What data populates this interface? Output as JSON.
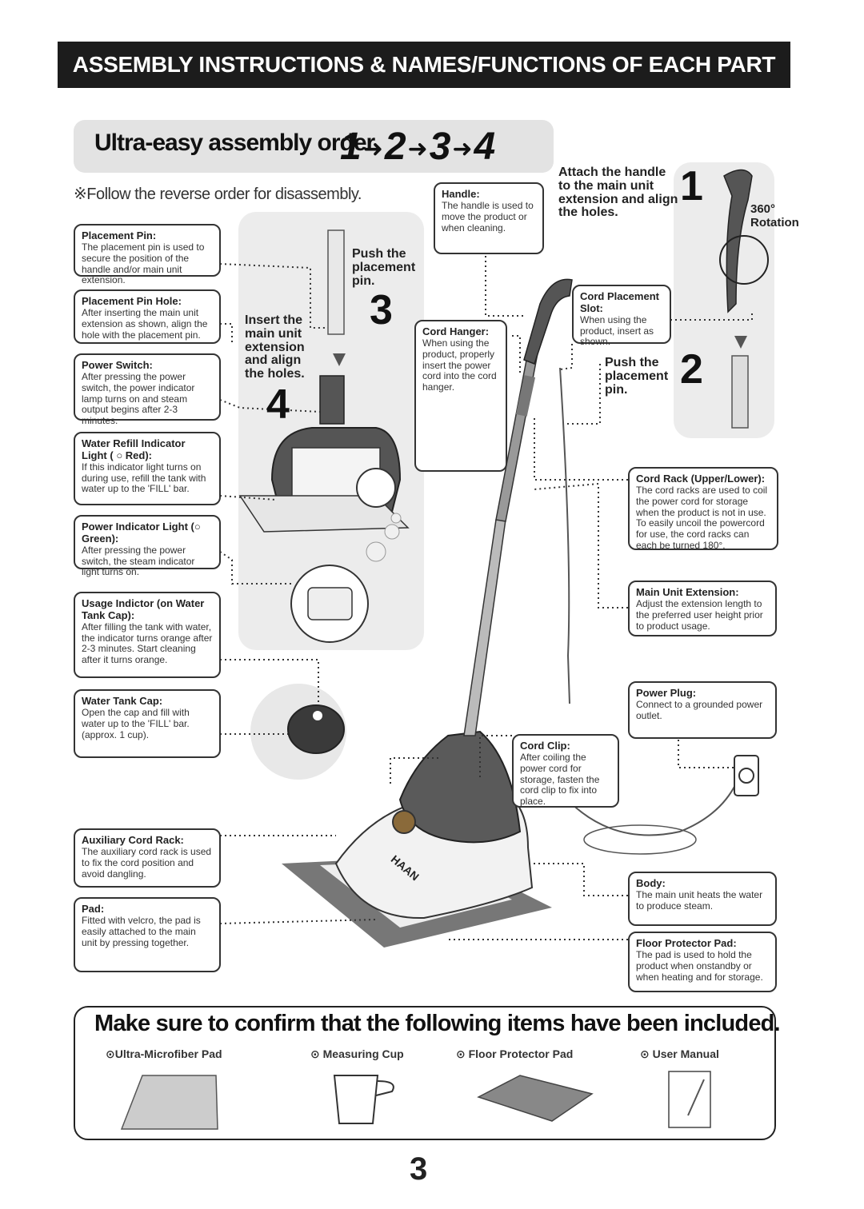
{
  "header": {
    "title": "ASSEMBLY INSTRUCTIONS & NAMES/FUNCTIONS OF EACH PART"
  },
  "assembly": {
    "title": "Ultra-easy assembly order",
    "steps": [
      "1",
      "2",
      "3",
      "4"
    ],
    "reverse_note": "※Follow the reverse order for disassembly."
  },
  "step_instructions": {
    "step1": {
      "text": "Attach the handle to the main unit extension and align the holes.",
      "num": "1",
      "rotation": "360° Rotation"
    },
    "step2": {
      "text": "Push the placement pin.",
      "num": "2"
    },
    "step3": {
      "text": "Push the placement pin.",
      "num": "3"
    },
    "step4": {
      "text": "Insert the main unit extension and align the holes.",
      "num": "4"
    }
  },
  "left_callouts": [
    {
      "title": "Placement Pin:",
      "desc": "The placement pin is used to secure the position of the handle and/or main unit extension."
    },
    {
      "title": "Placement Pin Hole:",
      "desc": "After inserting the main unit extension as shown, align the hole with the placement pin."
    },
    {
      "title": "Power Switch:",
      "desc": "After pressing the power switch, the power indicator lamp turns on and steam output begins after 2-3 minutes."
    },
    {
      "title": "Water Refill Indicator Light ( ○ Red):",
      "desc": "If this indicator light turns on during use, refill the tank with water up to the 'FILL' bar."
    },
    {
      "title": "Power Indicator Light (○ Green):",
      "desc": "After pressing the power switch, the steam indicator light turns on."
    },
    {
      "title": "Usage Indictor (on Water Tank Cap):",
      "desc": "After filling the tank with water, the indicator turns orange after 2-3 minutes. Start cleaning after it turns orange."
    },
    {
      "title": "Water Tank Cap:",
      "desc": "Open the cap and fill with water up to the 'FILL' bar. (approx. 1 cup)."
    },
    {
      "title": "Auxiliary Cord Rack:",
      "desc": "The auxiliary cord rack is used to fix the cord position and avoid dangling."
    },
    {
      "title": "Pad:",
      "desc": "Fitted with velcro, the pad is easily attached to the main unit by pressing together."
    }
  ],
  "center_callouts": {
    "handle": {
      "title": "Handle:",
      "desc": "The handle is used to move the product or when cleaning."
    },
    "cord_hanger": {
      "title": "Cord Hanger:",
      "desc": "When using the product, properly insert the power cord into the cord hanger."
    },
    "cord_placement": {
      "title": "Cord Placement Slot:",
      "desc": "When using the product, insert as shown."
    },
    "cord_clip": {
      "title": "Cord Clip:",
      "desc": "After coiling the power cord for storage, fasten the cord clip to fix into place."
    }
  },
  "right_callouts": [
    {
      "title": "Cord Rack (Upper/Lower):",
      "desc": "The cord racks are used to coil the power cord for storage when the product is not in use. To easily uncoil the powercord for use, the cord racks can each be turned 180°."
    },
    {
      "title": "Main Unit Extension:",
      "desc": "Adjust the extension length to the preferred user height prior to product usage."
    },
    {
      "title": "Power Plug:",
      "desc": "Connect to a grounded power outlet."
    },
    {
      "title": "Body:",
      "desc": "The main unit heats the water to produce steam."
    },
    {
      "title": "Floor Protector Pad:",
      "desc": "The pad is used to hold the product when onstandby or when heating and for storage."
    }
  ],
  "product_brand": "HAAN",
  "included": {
    "title": "Make sure to confirm that the following items have been included.",
    "items": [
      "⊙Ultra-Microfiber Pad",
      "⊙ Measuring Cup",
      "⊙ Floor Protector Pad",
      "⊙ User Manual"
    ]
  },
  "page_number": "3"
}
